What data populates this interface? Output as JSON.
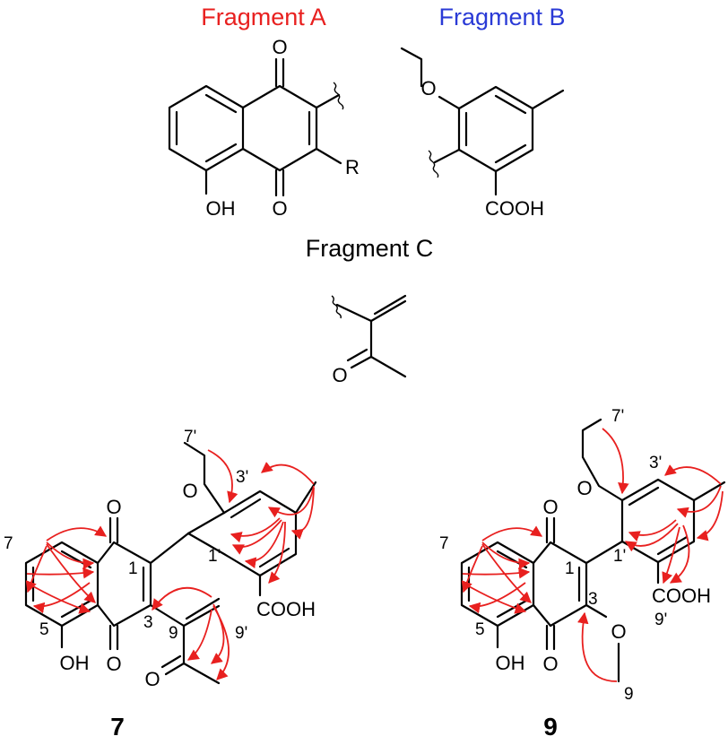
{
  "fragments": {
    "a": {
      "title": "Fragment A",
      "color": "#e8201f"
    },
    "b": {
      "title": "Fragment B",
      "color": "#2a3ad6"
    },
    "c": {
      "title": "Fragment C",
      "color": "#000000"
    }
  },
  "atom_labels": {
    "o": "O",
    "oh": "OH",
    "r": "R",
    "cooh": "COOH"
  },
  "compounds": {
    "c7": {
      "label": "7",
      "numbers": {
        "n7p": "7'",
        "n3p": "3'",
        "n1": "1",
        "n1p": "1'",
        "n7": "7",
        "n9p": "9'",
        "n3": "3",
        "n5": "5",
        "n9": "9"
      }
    },
    "c9": {
      "label": "9",
      "numbers": {
        "n7p": "7'",
        "n3p": "3'",
        "n1": "1",
        "n1p": "1'",
        "n7": "7",
        "n3": "3",
        "n9p": "9'",
        "n5": "5",
        "n9": "9"
      }
    }
  },
  "colors": {
    "hmbc_arrow": "#e8201f",
    "bond": "#000000"
  }
}
